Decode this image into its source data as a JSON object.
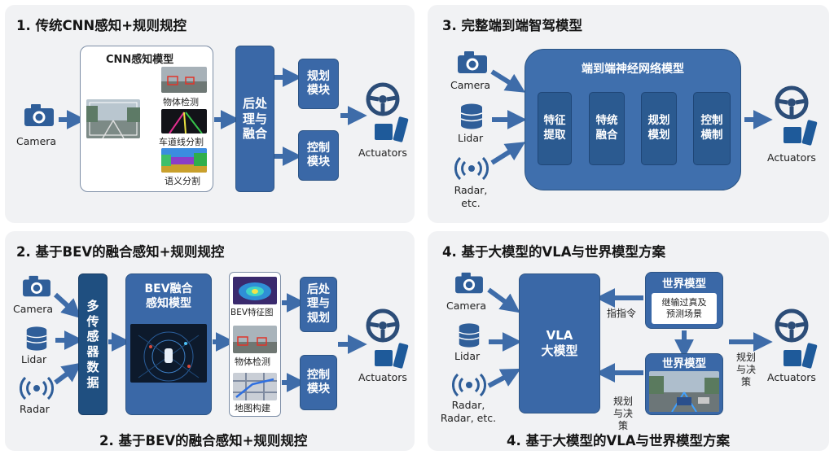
{
  "panel1": {
    "title": "1. 传统CNN感知+规则规控",
    "camera": "Camera",
    "cnn_title": "CNN感知模型",
    "outputs": [
      "物体检测",
      "车道线分割",
      "语义分割"
    ],
    "post": "后处理与融合",
    "plan": "规划模块",
    "control": "控制模块",
    "actuators": "Actuators"
  },
  "panel2": {
    "title": "2. 基于BEV的融合感知+规则规控",
    "bottom_title": "2. 基于BEV的融合感知+规则规控",
    "sensors": [
      "Camera",
      "Lidar",
      "Radar"
    ],
    "fusion": "多传感器数据",
    "bev_title": "BEV融合感知模型",
    "outputs": [
      "BEV特征图",
      "物体检测",
      "地图构建"
    ],
    "post": "后处理与规划",
    "control": "控制模块",
    "actuators": "Actuators"
  },
  "panel3": {
    "title": "3. 完整端到端智驾模型",
    "sensors": [
      "Camera",
      "Lidar",
      "Radar, etc."
    ],
    "nn_title": "端到端神经网络模型",
    "stages": [
      "特征提取",
      "特统融合",
      "规划模划",
      "控制横制"
    ],
    "actuators": "Actuators"
  },
  "panel4": {
    "title": "4. 基于大模型的VLA与世界模型方案",
    "bottom_title": "4. 基于大模型的VLA与世界模型方案",
    "sensors": [
      "Camera",
      "Lidar",
      "Radar, Radar, etc."
    ],
    "vla": "VLA 大模型",
    "world1_title": "世界模型",
    "world1_sub": "继输过真及预测场景",
    "world2_title": "世界模型",
    "cmd": "指指令",
    "plan_decide": "规划与决策",
    "plan_decide_out": "规划与决策",
    "actuators": "Actuators"
  },
  "colors": {
    "panel_bg": "#f1f2f4",
    "box_blue": "#3a68a7",
    "box_dark": "#1f4f80",
    "arrow": "#3e6ca9"
  }
}
